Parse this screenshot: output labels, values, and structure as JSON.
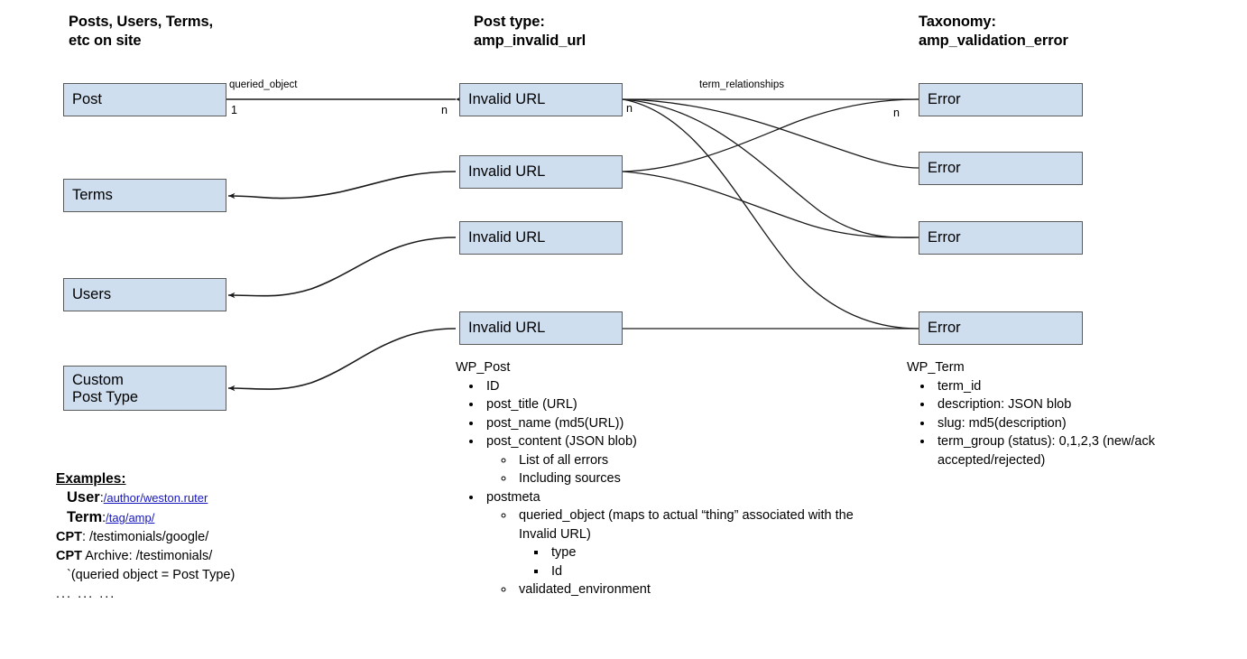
{
  "columns": [
    {
      "name": "left-column-header",
      "title": "Posts, Users, Terms,\netc on site"
    },
    {
      "name": "middle-column-header",
      "title": "Post type:\namp_invalid_url"
    },
    {
      "name": "right-column-header",
      "title": "Taxonomy:\namp_validation_error"
    }
  ],
  "left_boxes": [
    {
      "label": "Post"
    },
    {
      "label": "Terms"
    },
    {
      "label": "Users"
    },
    {
      "label": "Custom\nPost Type"
    }
  ],
  "middle_boxes": [
    {
      "label": "Invalid URL"
    },
    {
      "label": "Invalid URL"
    },
    {
      "label": "Invalid URL"
    },
    {
      "label": "Invalid URL"
    }
  ],
  "right_boxes": [
    {
      "label": "Error"
    },
    {
      "label": "Error"
    },
    {
      "label": "Error"
    },
    {
      "label": "Error"
    }
  ],
  "edges": {
    "queried_object_label": "queried_object",
    "queried_object_left_cardinality": "1",
    "queried_object_right_cardinality": "n",
    "term_relationships_label": "term_relationships",
    "term_relationships_left_cardinality": "n",
    "term_relationships_right_cardinality": "n"
  },
  "wp_post": {
    "root": "WP_Post",
    "items": [
      {
        "text": "ID",
        "children": []
      },
      {
        "text": "post_title (URL)",
        "children": []
      },
      {
        "text": "post_name (md5(URL))",
        "children": []
      },
      {
        "text": "post_content (JSON blob)",
        "children": [
          {
            "text": "List of all errors",
            "children": []
          },
          {
            "text": "Including sources",
            "children": []
          }
        ]
      },
      {
        "text": "postmeta",
        "children": [
          {
            "text": "queried_object (maps to actual “thing” associated with the Invalid URL)",
            "children": [
              {
                "text": "type",
                "children": []
              },
              {
                "text": "Id",
                "children": []
              }
            ]
          },
          {
            "text": "validated_environment",
            "children": []
          }
        ]
      }
    ]
  },
  "wp_term": {
    "root": "WP_Term",
    "items": [
      {
        "text": "term_id"
      },
      {
        "text": "description: JSON blob"
      },
      {
        "text": "slug: md5(description)"
      },
      {
        "text": "term_group (status): 0,1,2,3 (new/ack accepted/rejected)"
      }
    ]
  },
  "examples": {
    "title": "Examples:",
    "rows": [
      {
        "key": "User",
        "sep": ":",
        "link": "/author/weston.ruter",
        "plain": "",
        "big": true
      },
      {
        "key": "Term",
        "sep": ":",
        "link": "/tag/amp/",
        "plain": "",
        "big": true
      },
      {
        "key": "CPT",
        "sep": ":",
        "link": "",
        "plain": " /testimonials/google/",
        "big": false
      },
      {
        "key": "CPT",
        "sep": "",
        "link": "",
        "plain": " Archive: /testimonials/",
        "big": false
      }
    ],
    "note": "`(queried object = Post Type)",
    "ellipsis": "... ... ..."
  },
  "colors": {
    "box_fill": "#cfdeef",
    "box_border": "#5a5a5a",
    "wire": "#1a1a1a",
    "link": "#1515c0",
    "background": "#ffffff"
  }
}
